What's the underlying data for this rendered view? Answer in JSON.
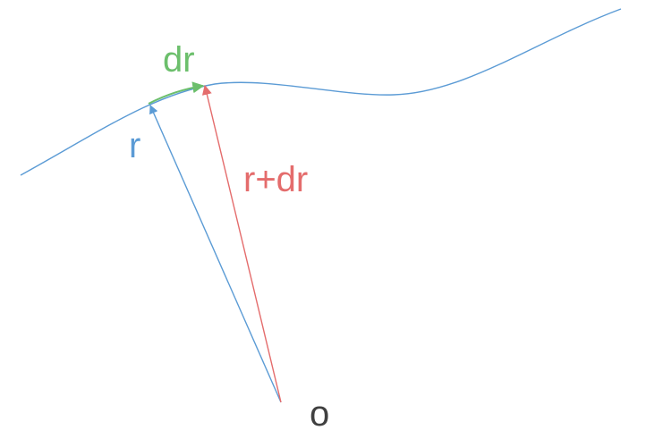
{
  "labels": {
    "displacement": "dr",
    "position": "r",
    "new_position": "r+dr",
    "origin": "o"
  },
  "colors": {
    "curve": "#5b9bd5",
    "position_vector": "#5b9bd5",
    "new_position_vector": "#e46c6c",
    "displacement_vector": "#6cbf6c",
    "origin_text": "#404040",
    "position_text": "#5b9bd5",
    "new_position_text": "#e46c6c",
    "displacement_text": "#6cbf6c"
  }
}
